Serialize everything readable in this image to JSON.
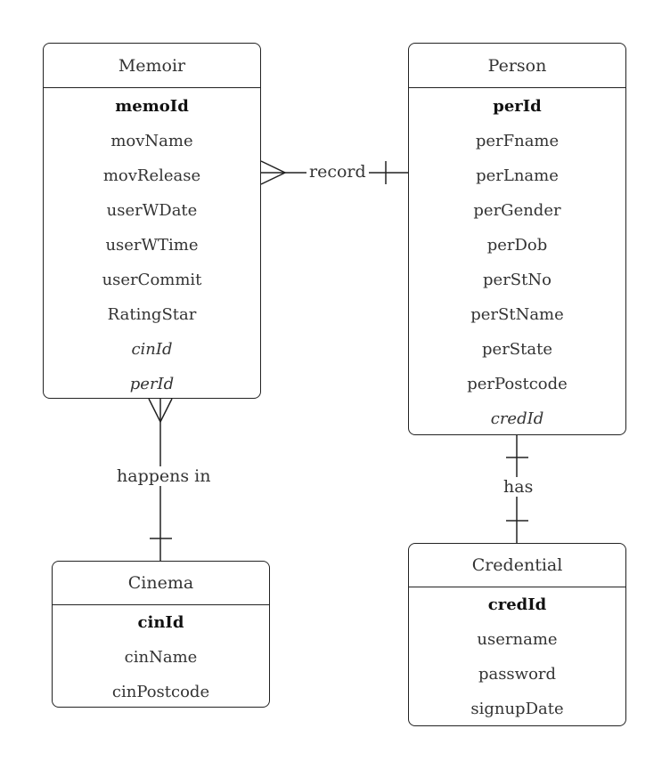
{
  "entities": {
    "memoir": {
      "title": "Memoir",
      "attributes": [
        {
          "name": "memoId",
          "kind": "pk"
        },
        {
          "name": "movName",
          "kind": "normal"
        },
        {
          "name": "movRelease",
          "kind": "normal"
        },
        {
          "name": "userWDate",
          "kind": "normal"
        },
        {
          "name": "userWTime",
          "kind": "normal"
        },
        {
          "name": "userCommit",
          "kind": "normal"
        },
        {
          "name": "RatingStar",
          "kind": "normal"
        },
        {
          "name": "cinId",
          "kind": "fk"
        },
        {
          "name": "perId",
          "kind": "fk"
        }
      ]
    },
    "person": {
      "title": "Person",
      "attributes": [
        {
          "name": "perId",
          "kind": "pk"
        },
        {
          "name": "perFname",
          "kind": "normal"
        },
        {
          "name": "perLname",
          "kind": "normal"
        },
        {
          "name": "perGender",
          "kind": "normal"
        },
        {
          "name": "perDob",
          "kind": "normal"
        },
        {
          "name": "perStNo",
          "kind": "normal"
        },
        {
          "name": "perStName",
          "kind": "normal"
        },
        {
          "name": "perState",
          "kind": "normal"
        },
        {
          "name": "perPostcode",
          "kind": "normal"
        },
        {
          "name": "credId",
          "kind": "fk"
        }
      ]
    },
    "cinema": {
      "title": "Cinema",
      "attributes": [
        {
          "name": "cinId",
          "kind": "pk"
        },
        {
          "name": "cinName",
          "kind": "normal"
        },
        {
          "name": "cinPostcode",
          "kind": "normal"
        }
      ]
    },
    "credential": {
      "title": "Credential",
      "attributes": [
        {
          "name": "credId",
          "kind": "pk"
        },
        {
          "name": "username",
          "kind": "normal"
        },
        {
          "name": "password",
          "kind": "normal"
        },
        {
          "name": "signupDate",
          "kind": "normal"
        }
      ]
    }
  },
  "relationships": {
    "record": {
      "label": "record",
      "from": "memoir",
      "from_cardinality": "many",
      "to": "person",
      "to_cardinality": "one"
    },
    "happens_in": {
      "label": "happens in",
      "from": "memoir",
      "from_cardinality": "many",
      "to": "cinema",
      "to_cardinality": "one"
    },
    "has": {
      "label": "has",
      "from": "person",
      "from_cardinality": "one",
      "to": "credential",
      "to_cardinality": "one"
    }
  }
}
